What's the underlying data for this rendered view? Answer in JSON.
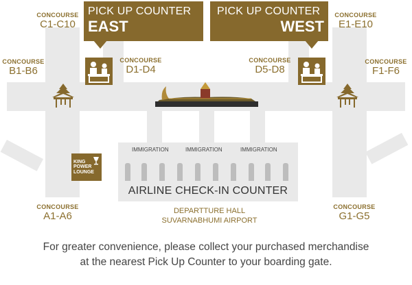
{
  "concourses": {
    "c": {
      "label": "CONCOURSE",
      "gates": "C1-C10"
    },
    "e": {
      "label": "CONCOURSE",
      "gates": "E1-E10"
    },
    "b": {
      "label": "CONCOURSE",
      "gates": "B1-B6"
    },
    "d1": {
      "label": "CONCOURSE",
      "gates": "D1-D4"
    },
    "d5": {
      "label": "CONCOURSE",
      "gates": "D5-D8"
    },
    "f": {
      "label": "CONCOURSE",
      "gates": "F1-F6"
    },
    "a": {
      "label": "CONCOURSE",
      "gates": "A1-A6"
    },
    "g": {
      "label": "CONCOURSE",
      "gates": "G1-G5"
    }
  },
  "counters": {
    "east": {
      "line1": "PICK UP COUNTER",
      "line2": "EAST"
    },
    "west": {
      "line1": "PICK UP COUNTER",
      "line2": "WEST"
    }
  },
  "immigration": [
    "IMMIGRATION",
    "IMMIGRATION",
    "IMMIGRATION"
  ],
  "lounge": {
    "line1": "KING",
    "line2": "POWER",
    "line3": "LOUNGE"
  },
  "checkin": "AIRLINE CHECK-IN COUNTER",
  "hall": {
    "line1": "DEPARTTURE HALL",
    "line2": "SUVARNABHUMI AIRPORT"
  },
  "caption": {
    "line1": "For greater convenience, please collect your purchased merchandise",
    "line2": "at the nearest Pick Up Counter to your boarding gate."
  },
  "colors": {
    "brand": "#86692d",
    "corridor": "#e9e9e9"
  }
}
